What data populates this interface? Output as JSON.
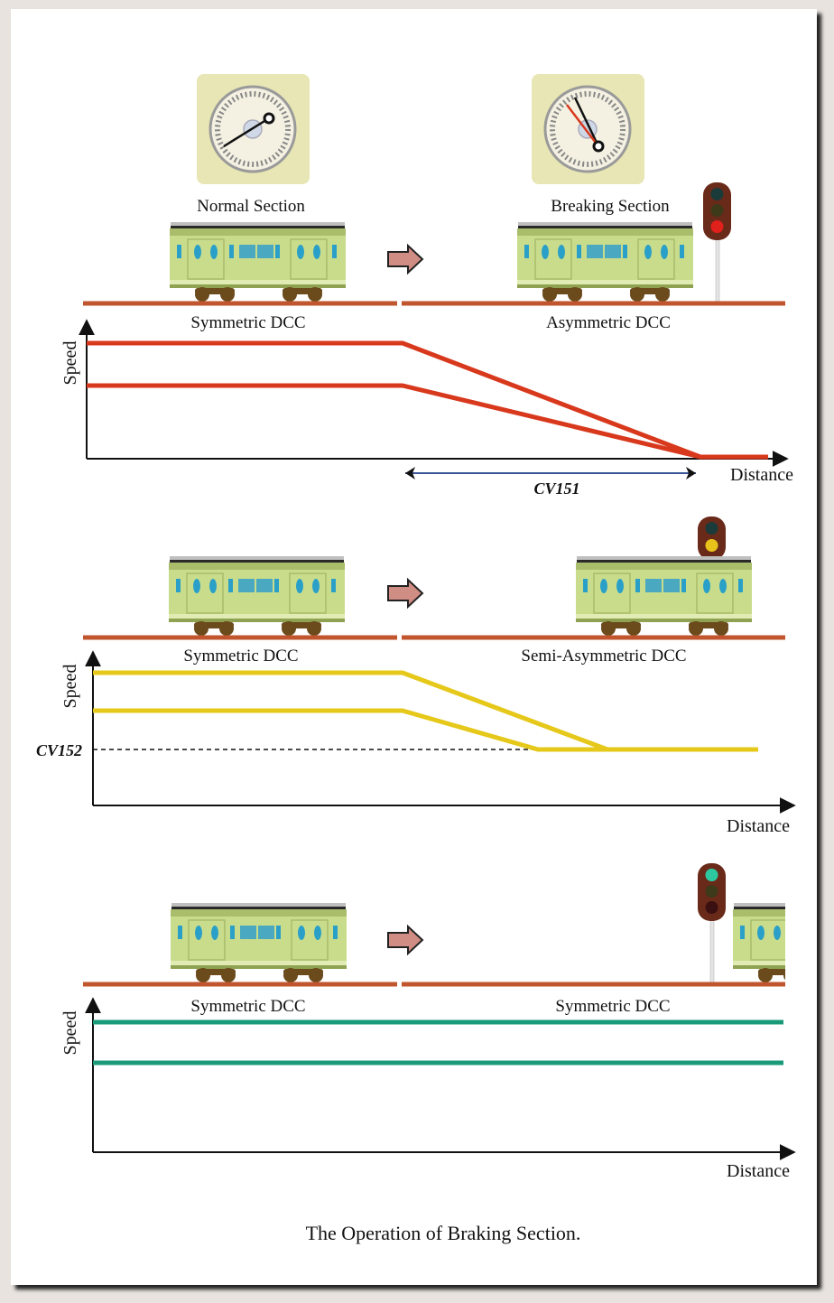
{
  "caption": "The Operation of Braking Section.",
  "colors": {
    "track": "#c0552e",
    "panel1_line": "#d8381c",
    "panel2_line": "#e6c81a",
    "panel3_line": "#1a9a78",
    "cv151_arrow": "#1f3c8a",
    "train_body": "#c9dc8c",
    "train_roof": "#2a2a2a",
    "gauge_bg": "#e7e6b4",
    "arrow_fill": "#d08d84"
  },
  "panel1": {
    "normal_label": "Normal Section",
    "braking_label": "Breaking Section",
    "left_dcc": "Symmetric DCC",
    "right_dcc": "Asymmetric DCC",
    "y_label": "Speed",
    "x_label": "Distance",
    "cv_label": "CV151",
    "signal": "red",
    "chart_data": {
      "type": "line",
      "series": [
        {
          "x": [
            0,
            350,
            680,
            755
          ],
          "y": [
            2,
            2,
            0,
            0
          ]
        },
        {
          "x": [
            0,
            350,
            680
          ],
          "y": [
            1,
            1,
            0
          ]
        }
      ]
    }
  },
  "panel2": {
    "left_dcc": "Symmetric DCC",
    "right_dcc": "Semi-Asymmetric DCC",
    "y_label": "Speed",
    "x_label": "Distance",
    "cv_label": "CV152",
    "signal": "yellow",
    "chart_data": {
      "type": "line",
      "series": [
        {
          "x": [
            0,
            343,
            570,
            737
          ],
          "y": [
            3,
            3,
            1,
            1
          ]
        },
        {
          "x": [
            0,
            343,
            493,
            570
          ],
          "y": [
            2,
            2,
            1,
            1
          ]
        }
      ],
      "reference_line": {
        "label": "CV152",
        "y": 1
      }
    }
  },
  "panel3": {
    "left_dcc": "Symmetric DCC",
    "right_dcc": "Symmetric DCC",
    "y_label": "Speed",
    "x_label": "Distance",
    "signal": "green",
    "chart_data": {
      "type": "line",
      "series": [
        {
          "x": [
            0,
            765
          ],
          "y": [
            2,
            2
          ]
        },
        {
          "x": [
            0,
            765
          ],
          "y": [
            1,
            1
          ]
        }
      ]
    }
  }
}
